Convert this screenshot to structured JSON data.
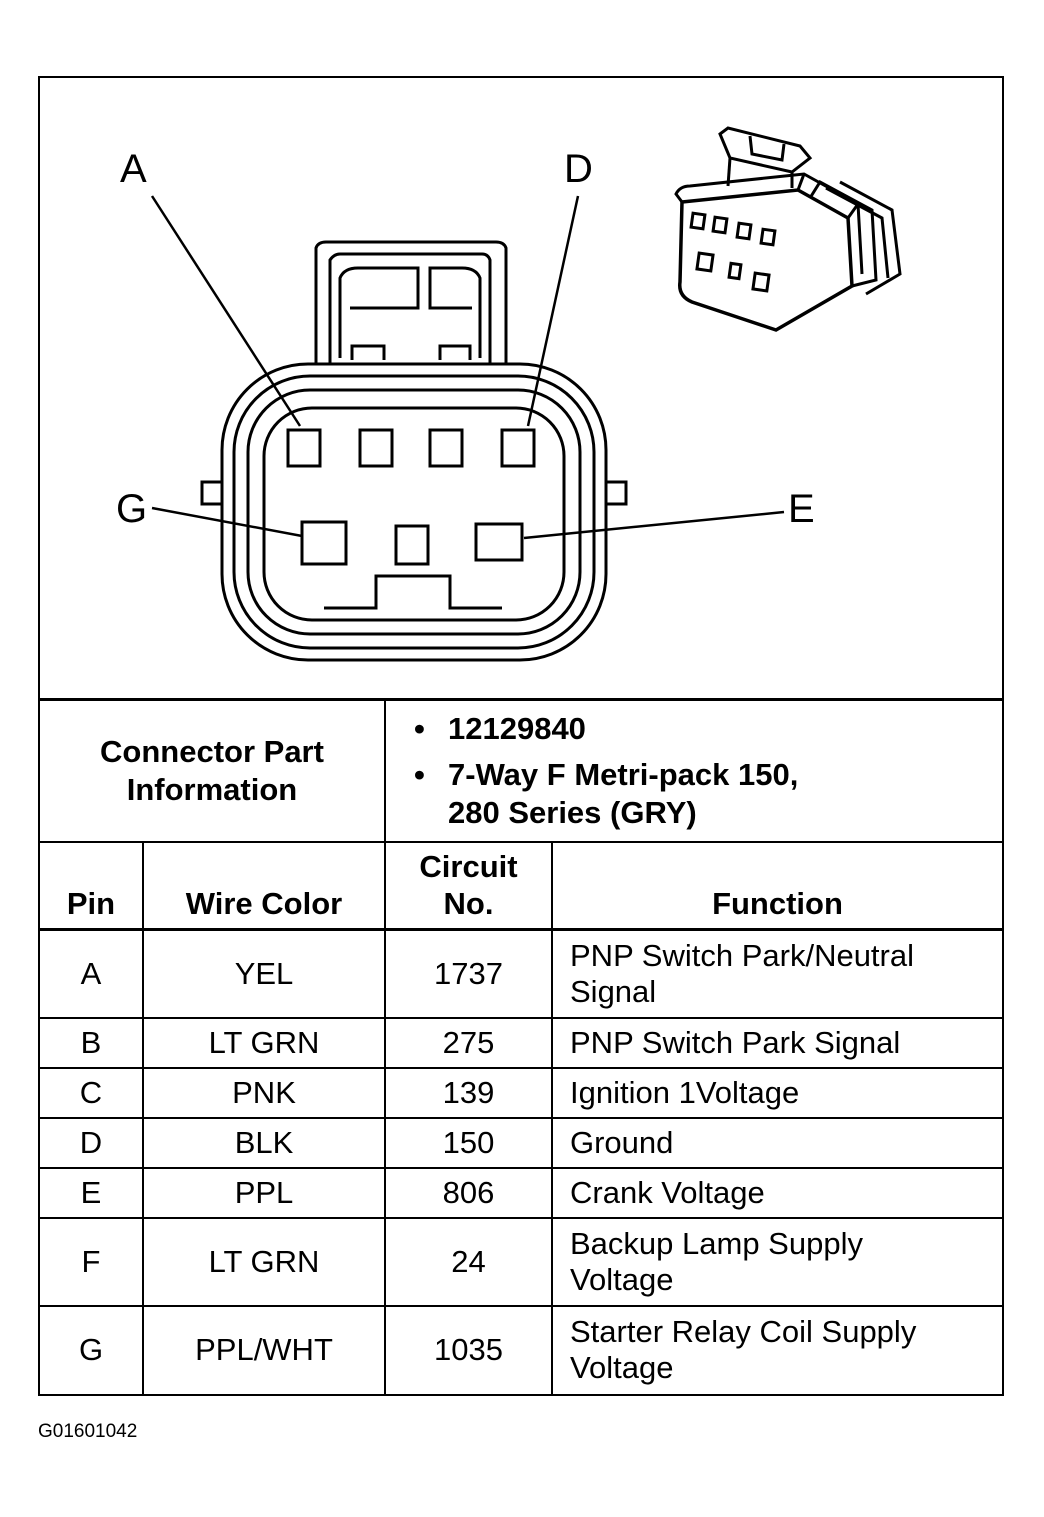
{
  "diagram": {
    "pin_callouts": [
      "A",
      "D",
      "G",
      "E"
    ]
  },
  "connector_info": {
    "label": "Connector Part Information",
    "part_number": "12129840",
    "description_line1": "7-Way F Metri-pack 150,",
    "description_line2": "280 Series (GRY)"
  },
  "table": {
    "headers": {
      "pin": "Pin",
      "wire_color": "Wire Color",
      "circuit_line1": "Circuit",
      "circuit_line2": "No.",
      "function": "Function"
    },
    "rows": [
      {
        "pin": "A",
        "wire_color": "YEL",
        "circuit": "1737",
        "function_line1": "PNP Switch Park/Neutral",
        "function_line2": "Signal"
      },
      {
        "pin": "B",
        "wire_color": "LT GRN",
        "circuit": "275",
        "function_line1": "PNP Switch Park Signal",
        "function_line2": ""
      },
      {
        "pin": "C",
        "wire_color": "PNK",
        "circuit": "139",
        "function_line1": "Ignition 1Voltage",
        "function_line2": ""
      },
      {
        "pin": "D",
        "wire_color": "BLK",
        "circuit": "150",
        "function_line1": "Ground",
        "function_line2": ""
      },
      {
        "pin": "E",
        "wire_color": "PPL",
        "circuit": "806",
        "function_line1": "Crank Voltage",
        "function_line2": ""
      },
      {
        "pin": "F",
        "wire_color": "LT GRN",
        "circuit": "24",
        "function_line1": "Backup Lamp Supply",
        "function_line2": "Voltage"
      },
      {
        "pin": "G",
        "wire_color": "PPL/WHT",
        "circuit": "1035",
        "function_line1": "Starter Relay Coil Supply",
        "function_line2": "Voltage"
      }
    ]
  },
  "figure_id": "G01601042"
}
